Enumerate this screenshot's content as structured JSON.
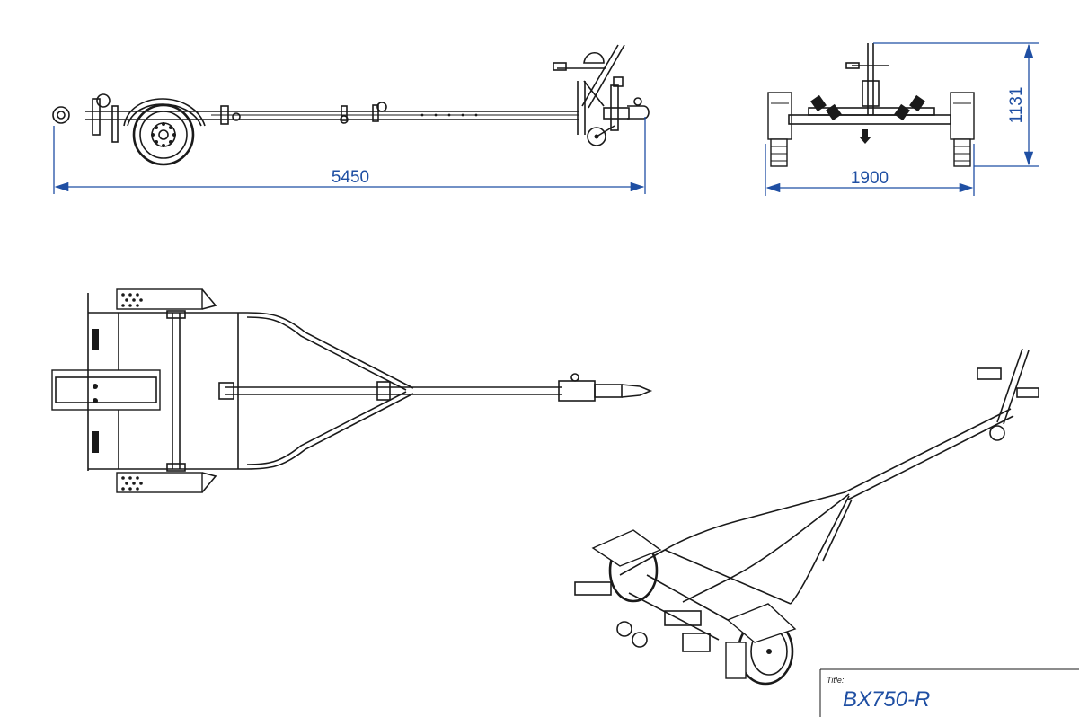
{
  "dimensions": {
    "side_length": "5450",
    "rear_width": "1900",
    "rear_height": "1131"
  },
  "title_block": {
    "label": "Title:",
    "value": "BX750-R"
  },
  "colors": {
    "dimension": "#1f4fa3",
    "linework": "#1a1a1a"
  }
}
